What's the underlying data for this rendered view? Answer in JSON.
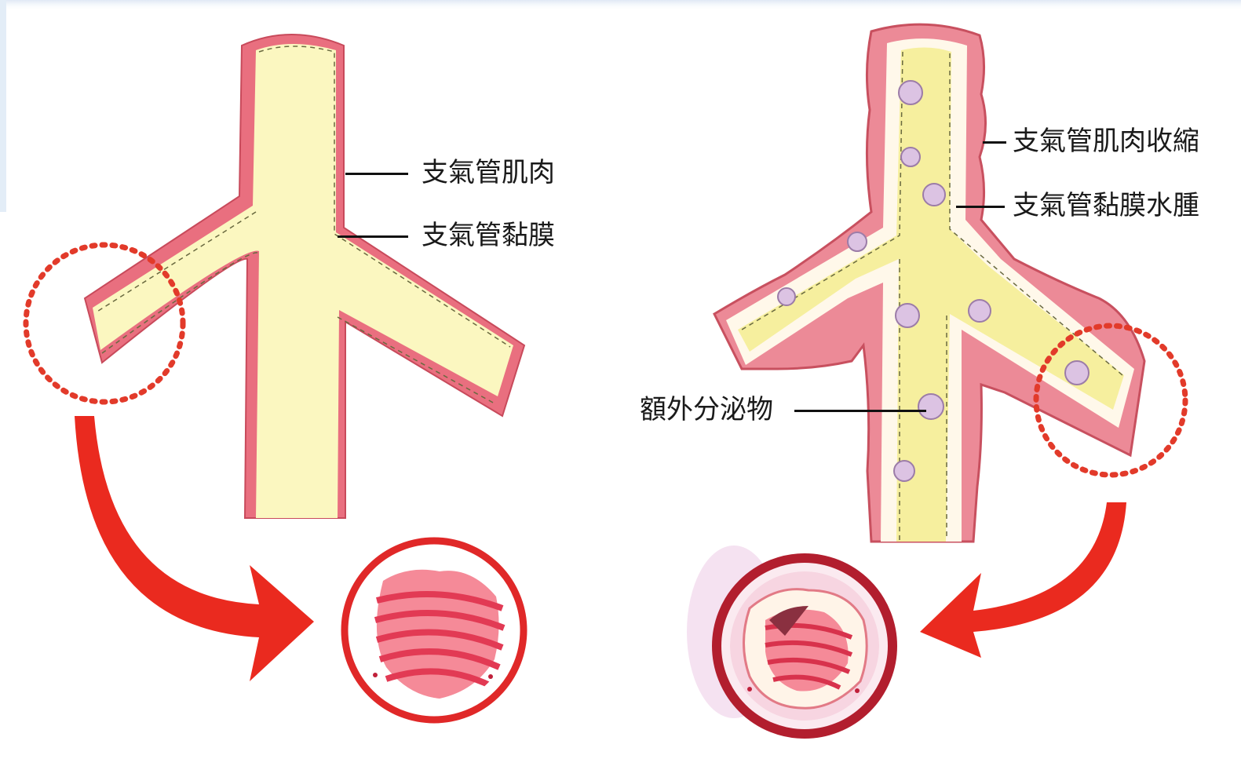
{
  "labels": {
    "normal_muscle": "支氣管肌肉",
    "normal_mucosa": "支氣管黏膜",
    "constricted_muscle": "支氣管肌肉收縮",
    "mucosa_edema": "支氣管黏膜水腫",
    "extra_secretion": "額外分泌物"
  },
  "colors": {
    "airway_fill": "#fbf7c0",
    "muscle_wall": "#e8707e",
    "muscle_wall_light": "#f4a9b1",
    "swollen_wall": "#f2a5ae",
    "circle_red": "#e23030",
    "arrow_red": "#ea2a1f",
    "secretion": "#d9bde0",
    "background_top": "#e8f0f8"
  }
}
